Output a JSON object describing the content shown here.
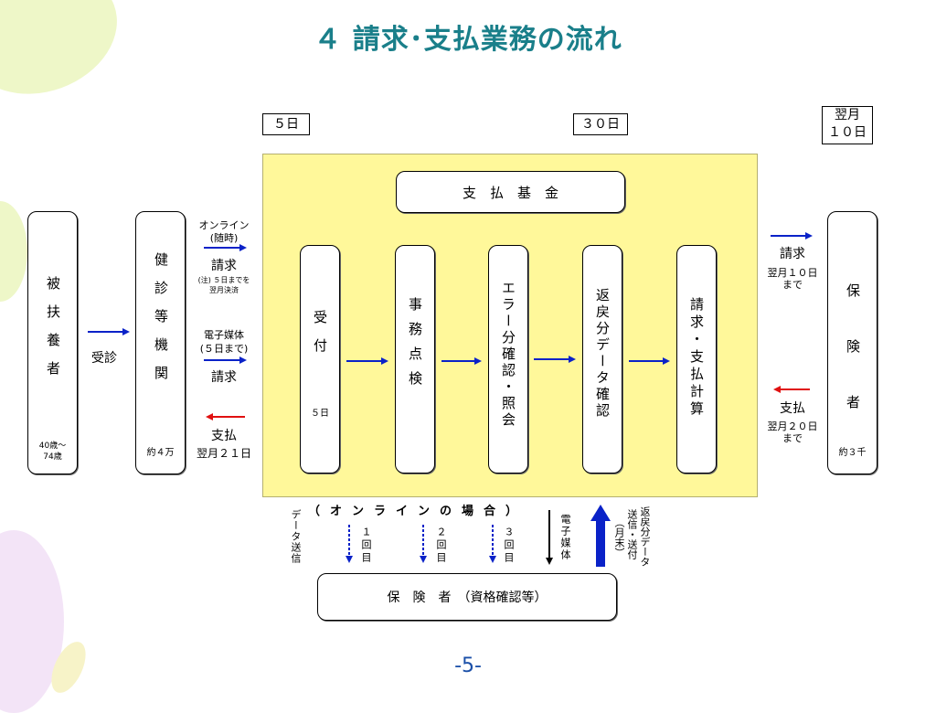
{
  "title": "４ 請求･支払業務の流れ",
  "page_number": "-5-",
  "days": {
    "d5": "５日",
    "d30": "３０日",
    "next10_line1": "翌月",
    "next10_line2": "１０日"
  },
  "left_entities": {
    "dependents": {
      "label": "被扶養者",
      "age_line1": "40歳～",
      "age_line2": "74歳"
    },
    "checkup_org": {
      "label": "健診等機関",
      "count": "約４万"
    }
  },
  "left_flows": {
    "jushin": "受診",
    "online_line1": "オンライン",
    "online_line2": "(随時)",
    "seikyu_online": "請求",
    "note_line1": "(注) ５日までを",
    "note_line2": "翌月決済",
    "media_line1": "電子媒体",
    "media_line2": "(５日まで)",
    "seikyu_media": "請求",
    "shiharai": "支払",
    "shiharai_date": "翌月２１日"
  },
  "fund": {
    "title": "支　払　基　金",
    "steps": [
      {
        "label": "受付",
        "note": "５日"
      },
      {
        "label": "事務点検"
      },
      {
        "label": "エラー分確認・照会"
      },
      {
        "label": "返戻分データ確認"
      },
      {
        "label": "請求・支払計算"
      }
    ]
  },
  "right_flows": {
    "seikyu": "請求",
    "seikyu_date_line1": "翌月１０日",
    "seikyu_date_line2": "まで",
    "shiharai": "支払",
    "shiharai_date_line1": "翌月２０日",
    "shiharai_date_line2": "まで"
  },
  "insurer_right": {
    "label": "保険者",
    "count": "約３千"
  },
  "bottom": {
    "online_case": "（オンラインの場合）",
    "data_send": "データ送信",
    "round1": "１回目",
    "round2": "２回目",
    "round3": "３回目",
    "media": "電子媒体",
    "return_send_line1": "返戻分データ",
    "return_send_line2": "送信・送付",
    "return_send_line3": "（月末）",
    "insurer_label": "保　険　者　（資格確認等）"
  },
  "colors": {
    "title": "#1a7f8a",
    "blue_arrow": "#0a22c8",
    "red_arrow": "#e01010",
    "fund_bg": "#fff89a"
  }
}
